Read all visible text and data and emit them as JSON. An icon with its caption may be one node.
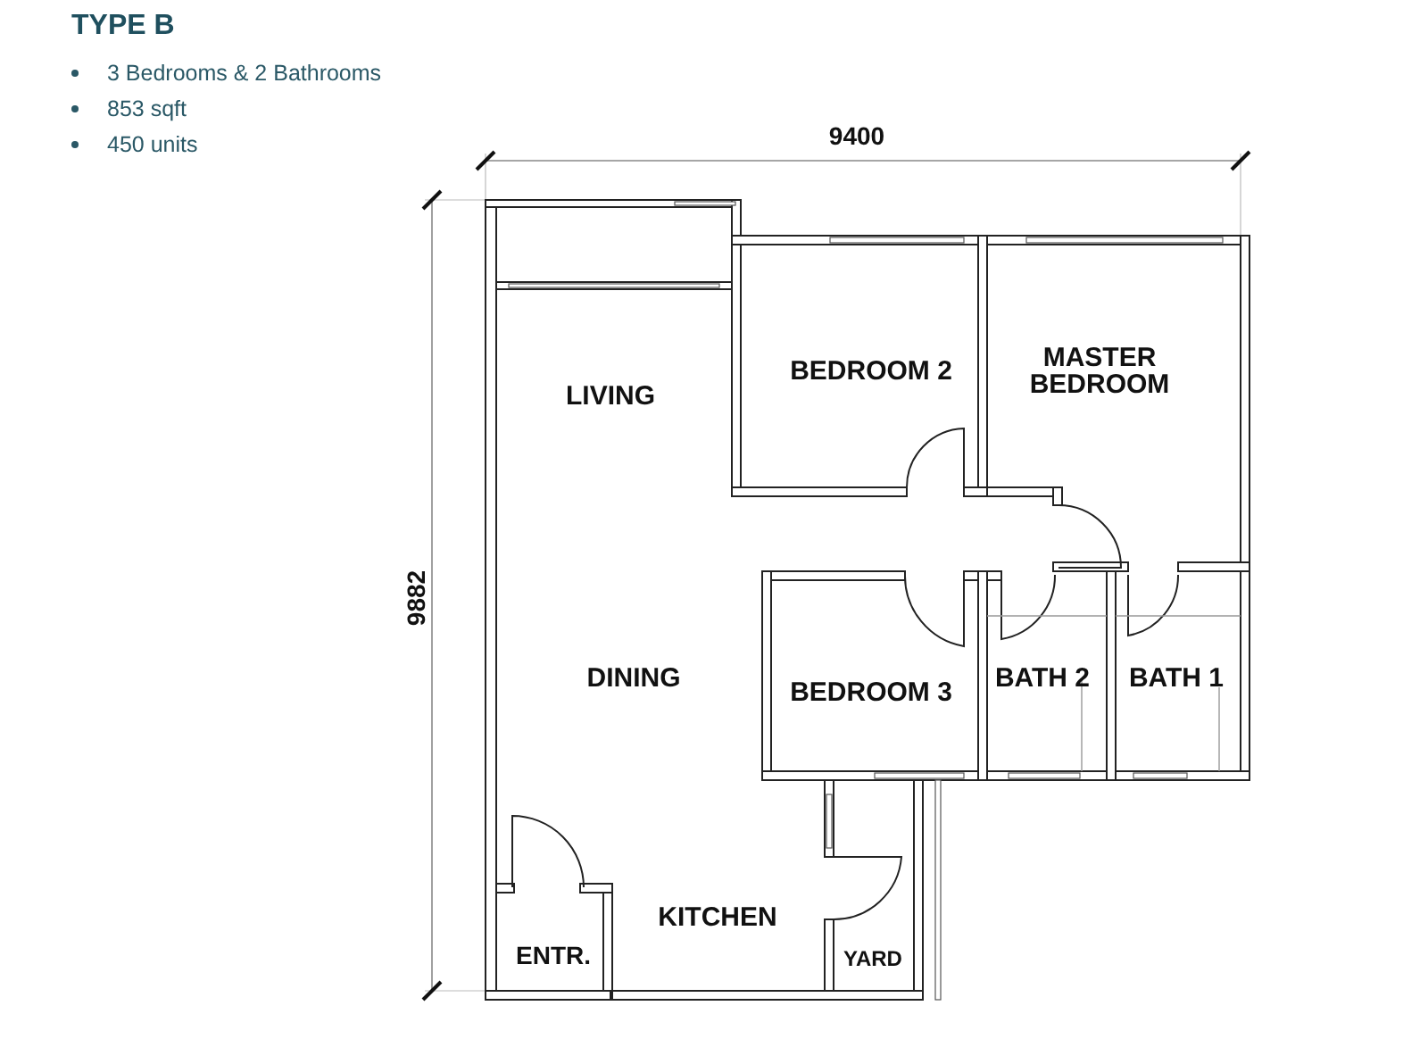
{
  "diagram": {
    "title": "TYPE B",
    "labels": [
      "3 Bedrooms & 2 Bathrooms",
      "853 sqft",
      "450 units",
      "9400",
      "BEDROOM 2",
      "MASTER BEDROOM",
      "LIVING",
      "9882",
      "DINING",
      "BEDROOM 3",
      "BATH 2",
      "BATH 1",
      "KITCHEN",
      "ENTR.",
      "YARD"
    ]
  }
}
